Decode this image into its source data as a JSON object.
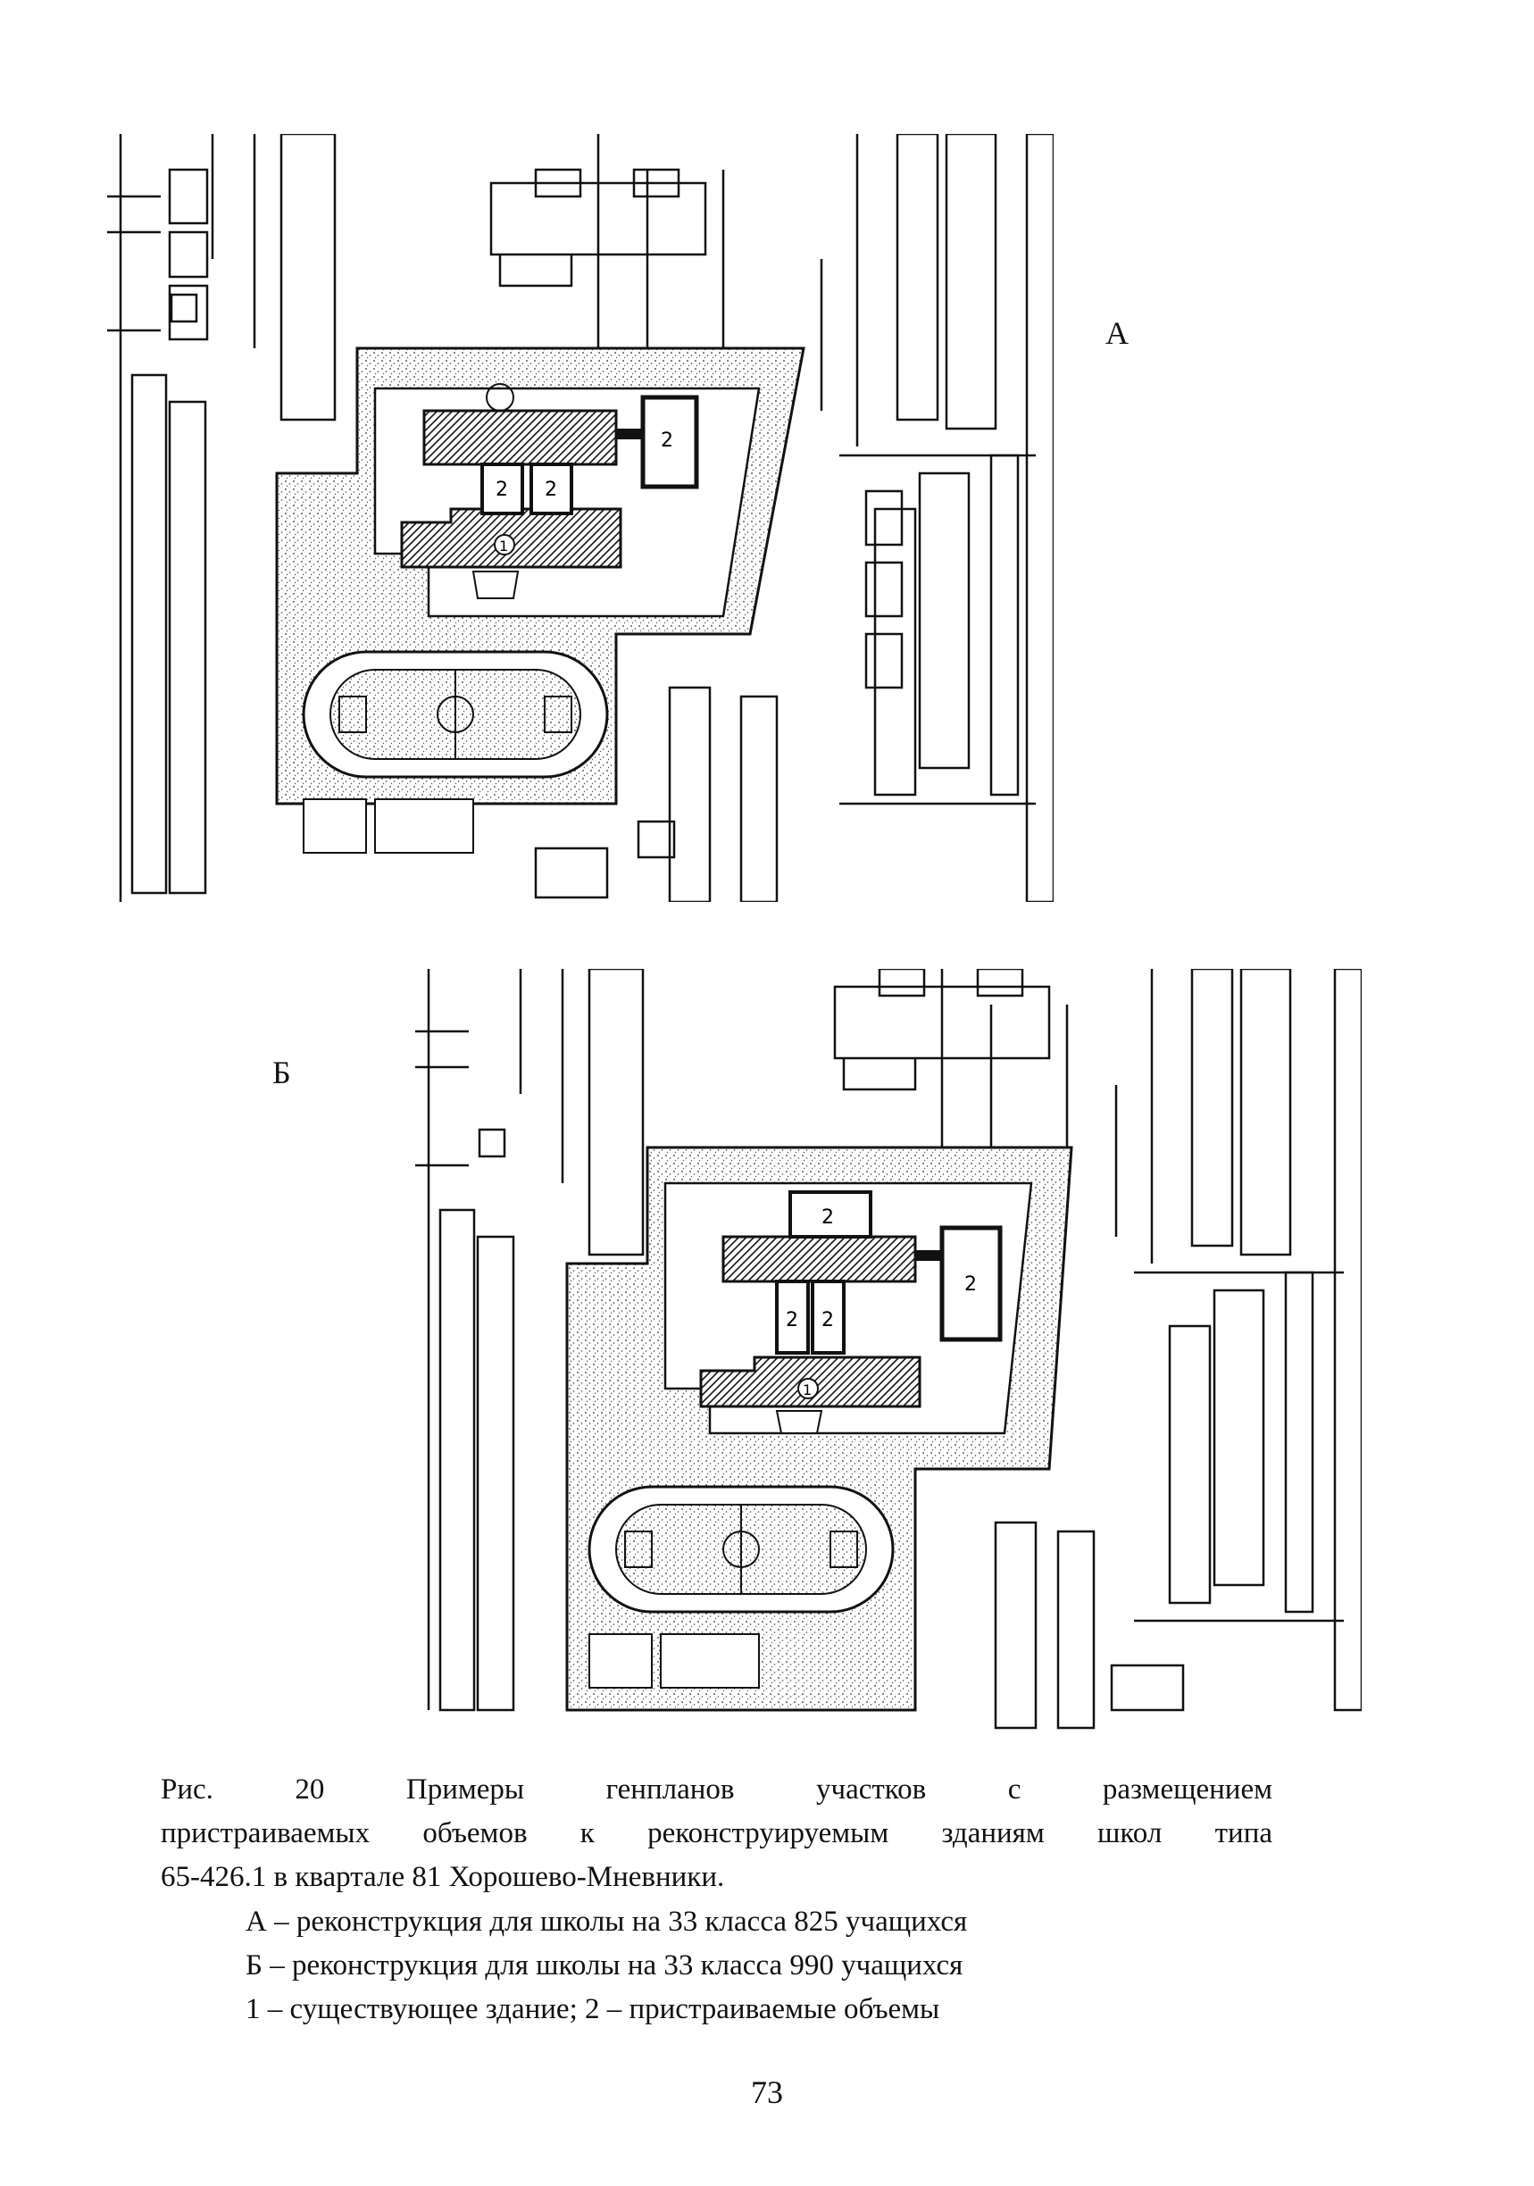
{
  "plans": {
    "a": {
      "letter": "А",
      "label_existing": "1",
      "label_added": "2"
    },
    "b": {
      "letter": "Б",
      "label_existing": "1",
      "label_added": "2"
    }
  },
  "caption": {
    "line1": "Рис.  20  Примеры  генпланов  участков  с  размещением",
    "line2": "пристраиваемых объемов к реконструируемым зданиям школ типа",
    "line3": "65-426.1 в квартале 81 Хорошево-Мневники.",
    "legend_a": "А – реконструкция для школы на 33 класса 825 учащихся",
    "legend_b": "Б –  реконструкция для школы на 33 класса 990 учащихся",
    "legend_c": "1 – существующее здание; 2 – пристраиваемые объемы"
  },
  "page_number": "73"
}
